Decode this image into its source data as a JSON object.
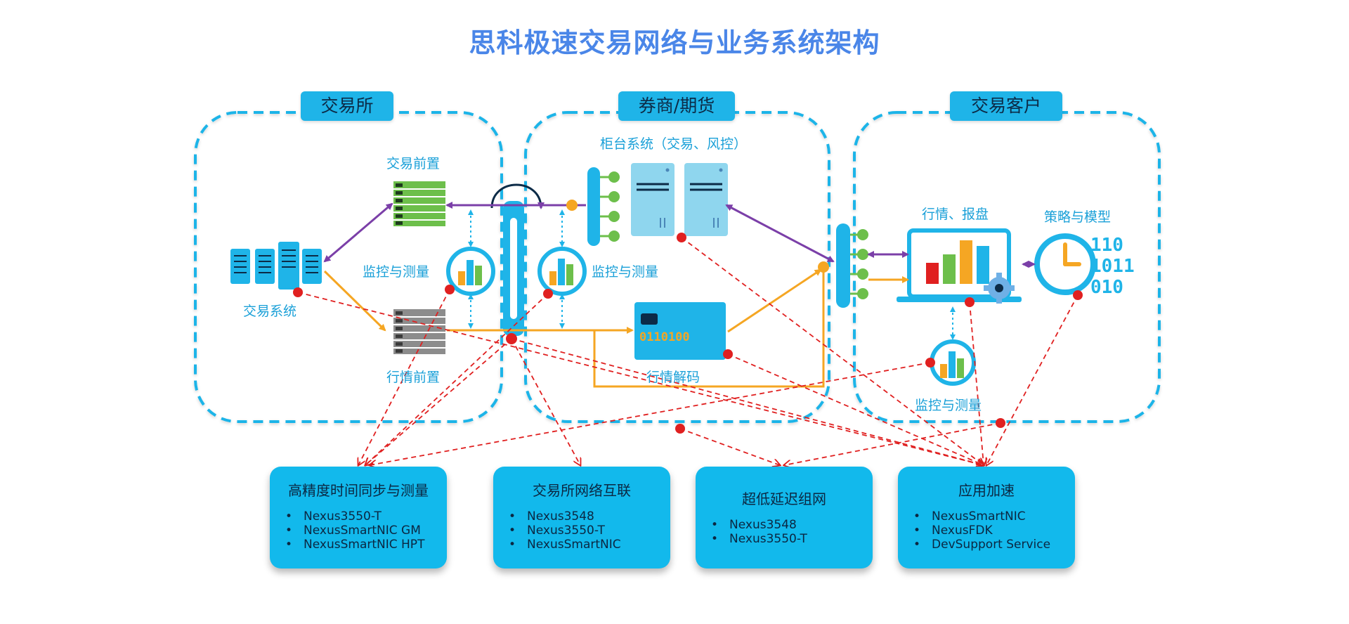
{
  "title": "思科极速交易网络与业务系统架构",
  "zones": {
    "exchange": "交易所",
    "broker": "券商/期货",
    "client": "交易客户"
  },
  "labels": {
    "trade_front": "交易前置",
    "trading_system": "交易系统",
    "market_front": "行情前置",
    "monitor_1": "监控与测量",
    "monitor_2": "监控与测量",
    "monitor_3": "监控与测量",
    "counter_system": "柜台系统（交易、风控）",
    "market_decode": "行情解码",
    "market_report": "行情、报盘",
    "strategy_model": "策略与模型"
  },
  "decode_bits": "0110100",
  "binary_text": "110\n1011\n010",
  "solutions": [
    {
      "title": "高精度时间同步与测量",
      "items": [
        "Nexus3550-T",
        "NexusSmartNIC GM",
        "NexusSmartNIC HPT"
      ]
    },
    {
      "title": "交易所网络互联",
      "items": [
        "Nexus3548",
        "Nexus3550-T",
        "NexusSmartNIC"
      ]
    },
    {
      "title": "超低延迟组网",
      "items": [
        "Nexus3548",
        "Nexus3550-T"
      ]
    },
    {
      "title": "应用加速",
      "items": [
        "NexusSmartNIC",
        "NexusFDK",
        "DevSupport Service"
      ]
    }
  ],
  "colors": {
    "title": "#4a86e8",
    "zone_border": "#1fb4e8",
    "device_blue": "#1fb4e8",
    "trade_green": "#6dbf4b",
    "market_gray": "#8c8c8c",
    "purple_link": "#7b3fa8",
    "orange_link": "#f5a623",
    "red_dash": "#e02020",
    "card_bg": "#12b9ec"
  }
}
